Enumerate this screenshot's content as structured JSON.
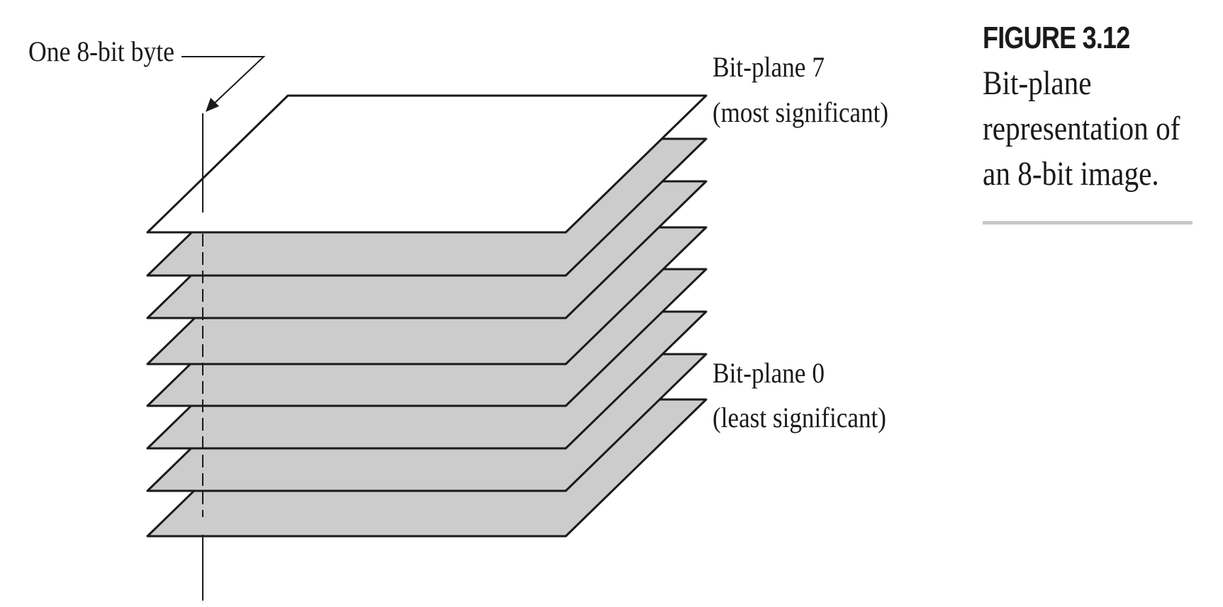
{
  "figure": {
    "label": "FIGURE 3.12",
    "caption_lines": [
      "Bit-plane",
      "representation of",
      "an 8-bit image."
    ]
  },
  "diagram": {
    "byte_label": "One 8-bit byte",
    "top_plane": {
      "name": "Bit-plane 7",
      "note": "(most significant)"
    },
    "bottom_plane": {
      "name": "Bit-plane 0",
      "note": "(least significant)"
    },
    "plane_count": 8,
    "colors": {
      "top_plane_fill": "#ffffff",
      "lower_plane_fill": "#cccccc",
      "stroke": "#1a1a1a",
      "caption_rule": "#c8c8c8"
    }
  }
}
